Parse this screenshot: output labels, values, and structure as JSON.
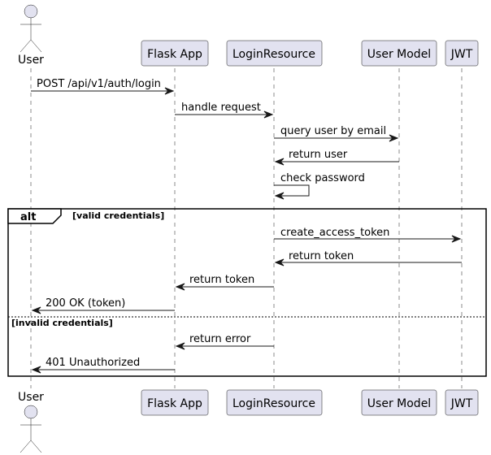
{
  "participants": [
    {
      "id": "user",
      "label": "User",
      "kind": "actor"
    },
    {
      "id": "flask",
      "label": "Flask App",
      "kind": "participant"
    },
    {
      "id": "login",
      "label": "LoginResource",
      "kind": "participant"
    },
    {
      "id": "usermodel",
      "label": "User Model",
      "kind": "participant"
    },
    {
      "id": "jwt",
      "label": "JWT",
      "kind": "participant"
    }
  ],
  "messages": [
    {
      "from": "user",
      "to": "flask",
      "label": "POST /api/v1/auth/login"
    },
    {
      "from": "flask",
      "to": "login",
      "label": "handle request"
    },
    {
      "from": "login",
      "to": "usermodel",
      "label": "query user by email"
    },
    {
      "from": "usermodel",
      "to": "login",
      "label": "return user"
    },
    {
      "from": "login",
      "to": "login",
      "label": "check password"
    },
    {
      "from": "login",
      "to": "jwt",
      "label": "create_access_token"
    },
    {
      "from": "jwt",
      "to": "login",
      "label": "return token"
    },
    {
      "from": "login",
      "to": "flask",
      "label": "return token"
    },
    {
      "from": "flask",
      "to": "user",
      "label": "200 OK (token)"
    },
    {
      "from": "login",
      "to": "flask",
      "label": "return error"
    },
    {
      "from": "flask",
      "to": "user",
      "label": "401 Unauthorized"
    }
  ],
  "fragment": {
    "keyword": "alt",
    "guards": [
      "[valid credentials]",
      "[invalid credentials]"
    ]
  },
  "colors": {
    "participant_fill": "#e2e2f0",
    "line": "#181818",
    "text": "#000000",
    "background": "#ffffff"
  }
}
